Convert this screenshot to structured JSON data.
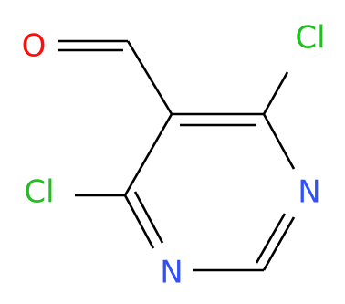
{
  "molecule": {
    "atoms": {
      "o1": {
        "symbol": "O",
        "color": "#ff0d0d"
      },
      "cl1": {
        "symbol": "Cl",
        "color": "#1fbf1f"
      },
      "cl2": {
        "symbol": "Cl",
        "color": "#1fbf1f"
      },
      "n1": {
        "symbol": "N",
        "color": "#3050f8"
      },
      "n3": {
        "symbol": "N",
        "color": "#3050f8"
      }
    },
    "bond_color": "#000000"
  }
}
